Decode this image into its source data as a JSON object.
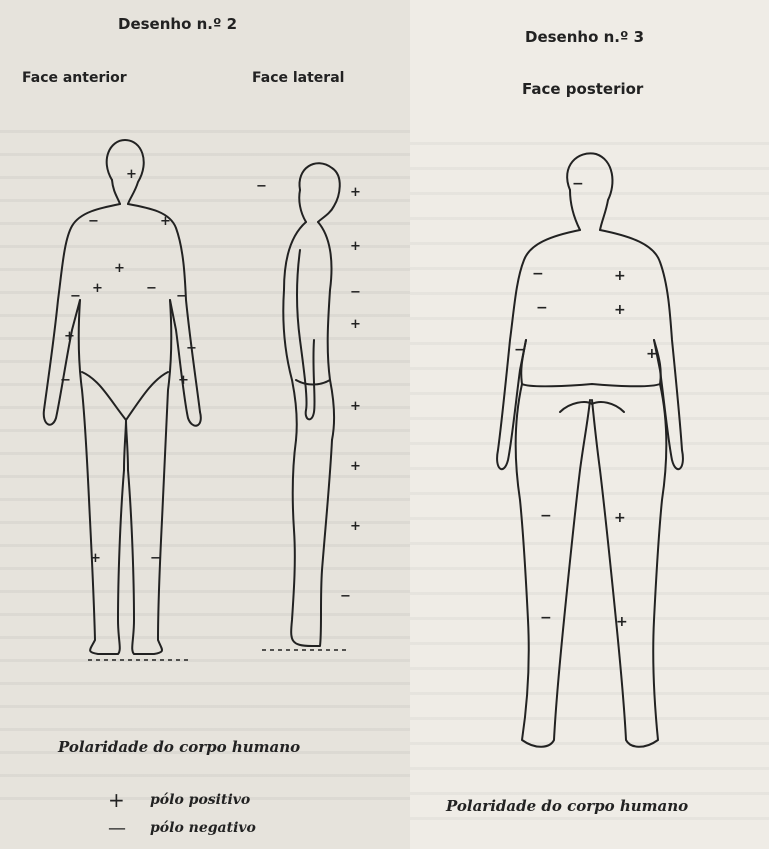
{
  "left_page": {
    "title": "Desenho n.º 2",
    "label_front": "Face anterior",
    "label_side": "Face lateral",
    "caption": "Polaridade do corpo humano",
    "legend": [
      {
        "symbol": "+",
        "text": "pólo positivo"
      },
      {
        "symbol": "—",
        "text": "pólo negativo"
      }
    ]
  },
  "right_page": {
    "title": "Desenho n.º 3",
    "label_back": "Face posterior",
    "caption": "Polaridade do corpo humano"
  },
  "markers": {
    "plus": "+",
    "minus": "−"
  }
}
